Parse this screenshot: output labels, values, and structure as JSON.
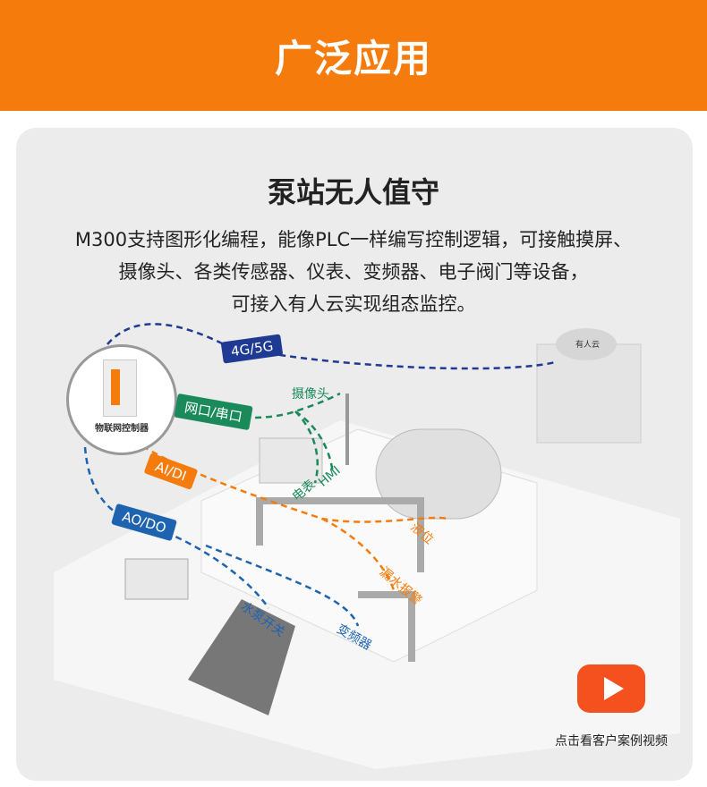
{
  "banner": {
    "title": "广泛应用"
  },
  "section": {
    "title": "泵站无人值守",
    "description": [
      "M300支持图形化编程，能像PLC一样编写控制逻辑，可接触摸屏、",
      "摄像头、各类传感器、仪表、变频器、电子阀门等设备，",
      "可接入有人云实现组态监控。"
    ]
  },
  "diagram": {
    "controller": "物联网控制器",
    "cloud": "有人云",
    "tags": {
      "net": "4G/5G",
      "port": "网口/串口",
      "aidi": "AI/DI",
      "aodo": "AO/DO"
    },
    "labels": {
      "camera": "摄像头",
      "meter": "电表",
      "hmi": "HMI",
      "level": "液位",
      "leak": "漏水报警",
      "pump": "水泵开关",
      "inverter": "变频器"
    }
  },
  "colors": {
    "orange": "#f57c0c",
    "navy": "#1f3a93",
    "green": "#1a8a5a",
    "blue": "#1e63b0"
  },
  "video": {
    "label": "点击看客户案例视频"
  }
}
